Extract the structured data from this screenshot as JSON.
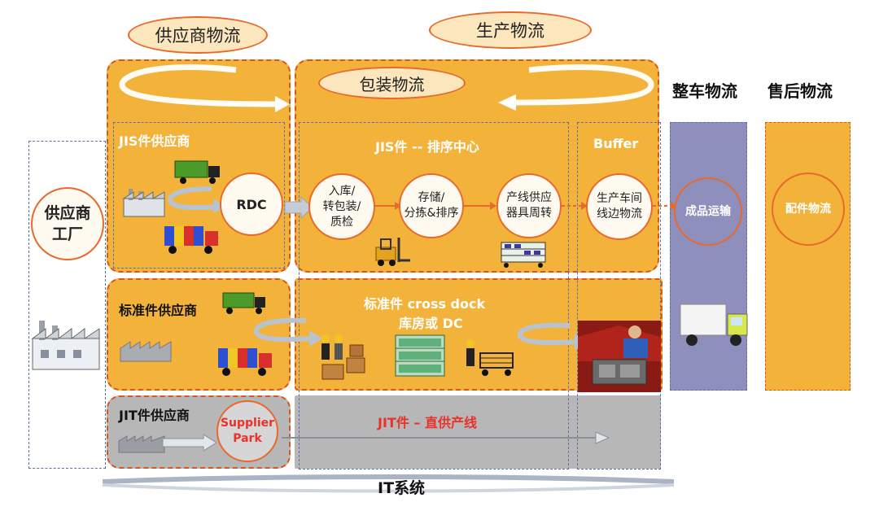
{
  "headers": {
    "supplier_logistics": "供应商物流",
    "production_logistics": "生产物流",
    "packaging_logistics": "包装物流",
    "vehicle_logistics": "整车物流",
    "aftersales_logistics": "售后物流"
  },
  "supplier_factory": {
    "line1": "供应商",
    "line2": "工厂"
  },
  "jis": {
    "supplier": "JIS件供应商",
    "rdc": "RDC",
    "center": "JIS件 -- 排序中心",
    "buffer": "Buffer",
    "steps": [
      {
        "l1": "入库/",
        "l2": "转包装/",
        "l3": "质检"
      },
      {
        "l1": "存储/",
        "l2": "分拣&排序",
        "l3": ""
      },
      {
        "l1": "产线供应",
        "l2": "器具周转",
        "l3": ""
      },
      {
        "l1": "生产车间",
        "l2": "线边物流",
        "l3": ""
      }
    ]
  },
  "std": {
    "supplier": "标准件供应商",
    "cross_dock_l1": "标准件  cross dock",
    "cross_dock_l2": "库房或 DC"
  },
  "jit": {
    "supplier": "JIT件供应商",
    "park_l1": "Supplier",
    "park_l2": "Park",
    "line": "JIT件 – 直供产线"
  },
  "finished": "成品运输",
  "parts": "配件物流",
  "it_system": "IT系统",
  "colors": {
    "orange": "#f3b33a",
    "border": "#d8561f",
    "purple": "#8f8fbe",
    "grey": "#b7b7b7",
    "red": "#e8322a"
  }
}
